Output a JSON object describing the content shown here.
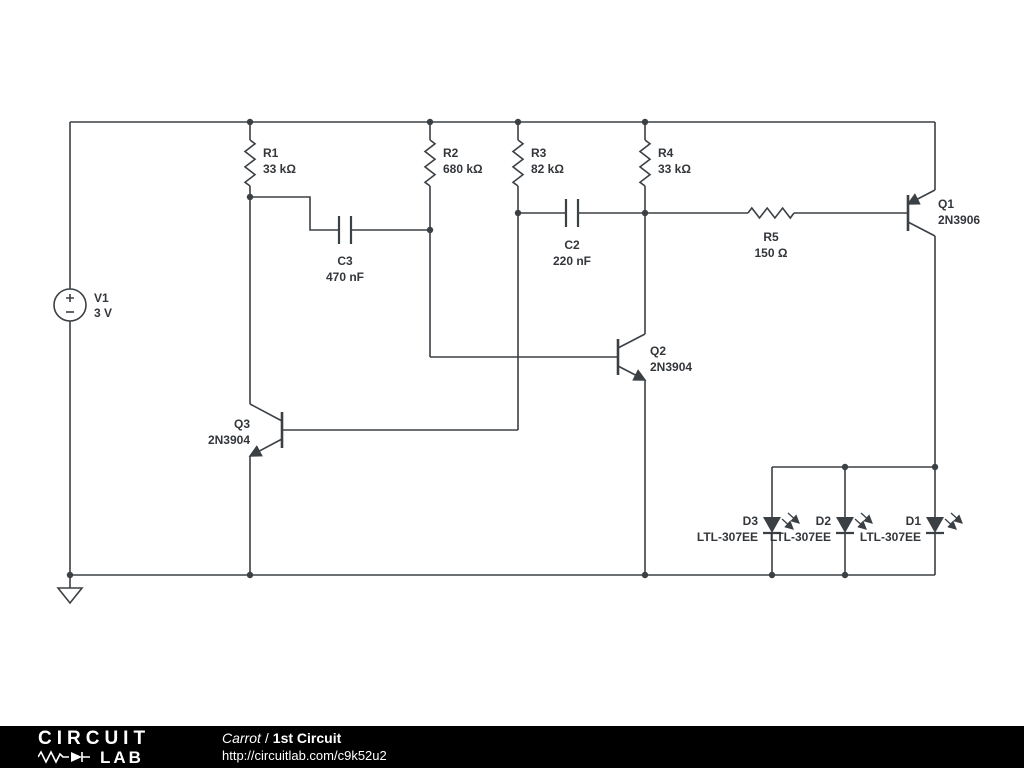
{
  "page": {
    "background": "#ffffff"
  },
  "schematic": {
    "wire_color": "#3b4045",
    "label_color": "#33373b",
    "components": {
      "V1": {
        "ref": "V1",
        "value": "3 V"
      },
      "R1": {
        "ref": "R1",
        "value": "33 kΩ"
      },
      "R2": {
        "ref": "R2",
        "value": "680 kΩ"
      },
      "R3": {
        "ref": "R3",
        "value": "82 kΩ"
      },
      "R4": {
        "ref": "R4",
        "value": "33 kΩ"
      },
      "R5": {
        "ref": "R5",
        "value": "150 Ω"
      },
      "C2": {
        "ref": "C2",
        "value": "220 nF"
      },
      "C3": {
        "ref": "C3",
        "value": "470 nF"
      },
      "Q1": {
        "ref": "Q1",
        "value": "2N3906"
      },
      "Q2": {
        "ref": "Q2",
        "value": "2N3904"
      },
      "Q3": {
        "ref": "Q3",
        "value": "2N3904"
      },
      "D1": {
        "ref": "D1",
        "value": "LTL-307EE"
      },
      "D2": {
        "ref": "D2",
        "value": "LTL-307EE"
      },
      "D3": {
        "ref": "D3",
        "value": "LTL-307EE"
      }
    }
  },
  "footer": {
    "background": "#000000",
    "text_color": "#ffffff",
    "brand_line1": "CIRCUIT",
    "brand_line2": "LAB",
    "title_author": "Carrot",
    "title_divider": "/",
    "title_name": "1st Circuit",
    "url": "http://circuitlab.com/c9k52u2"
  }
}
